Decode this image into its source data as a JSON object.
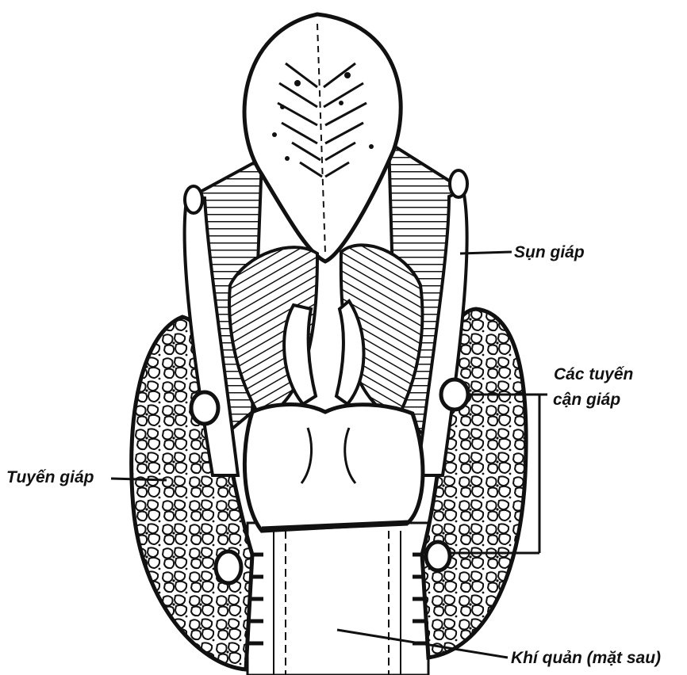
{
  "labels": {
    "thyroid_cartilage": "Sụn giáp",
    "parathyroid_line1": "Các tuyến",
    "parathyroid_line2": "cận giáp",
    "thyroid_gland": "Tuyến giáp",
    "trachea": "Khí quản (mặt sau)"
  },
  "colors": {
    "ink": "#111111",
    "paper": "#ffffff"
  }
}
